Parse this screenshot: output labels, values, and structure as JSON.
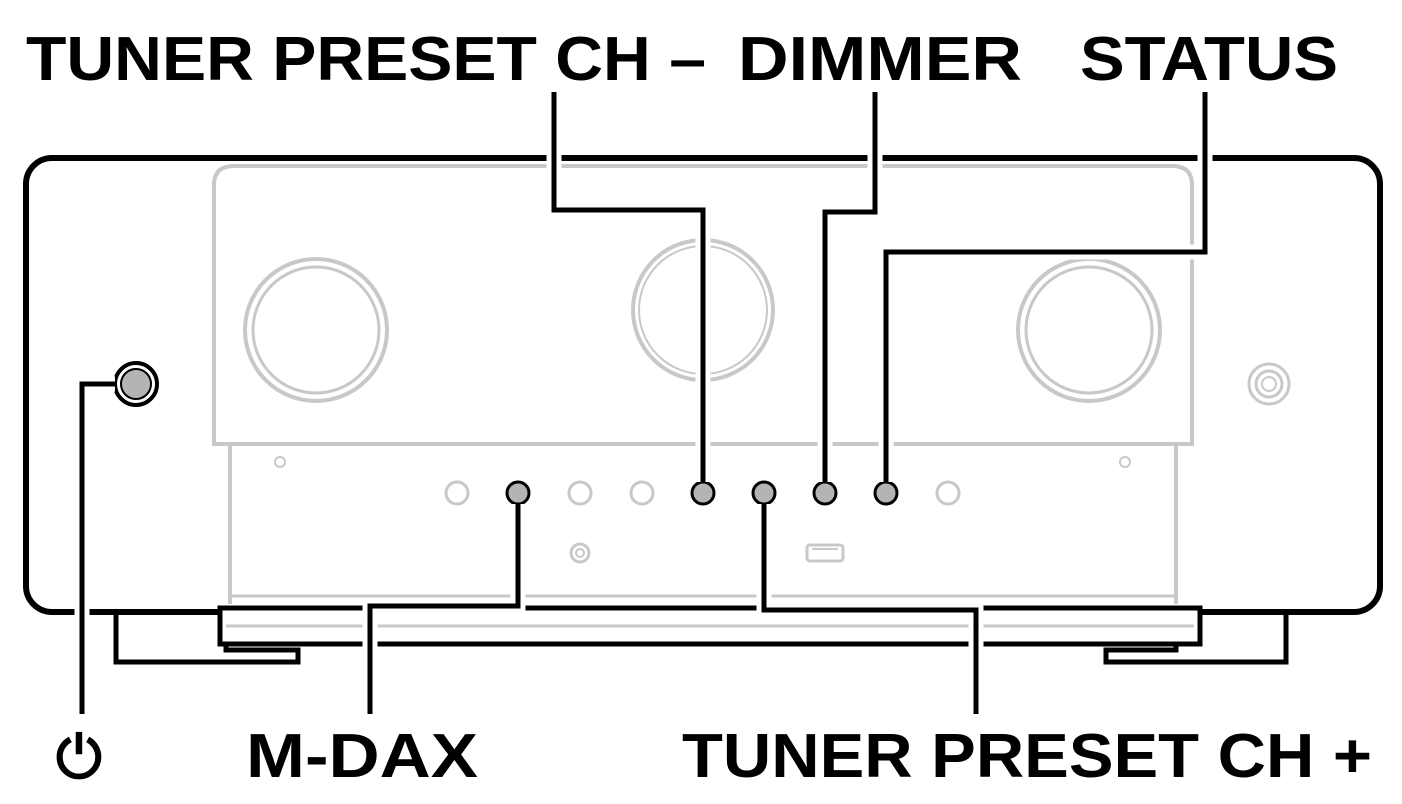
{
  "labels": {
    "top": {
      "preset_minus": "TUNER PRESET CH –",
      "dimmer": "DIMMER",
      "status": "STATUS"
    },
    "bottom": {
      "power_symbol": "⏻",
      "mdax": "M-DAX",
      "preset_plus": "TUNER PRESET CH +"
    }
  },
  "colors": {
    "outline": "#000000",
    "panel": "#c8c8c8",
    "button_fill": "#b4b4b4",
    "background": "#ffffff"
  },
  "icons": {
    "power": "power-icon",
    "headphone_jack": "headphone-jack-icon",
    "usb_port": "usb-port-icon",
    "knob": "knob-icon"
  }
}
